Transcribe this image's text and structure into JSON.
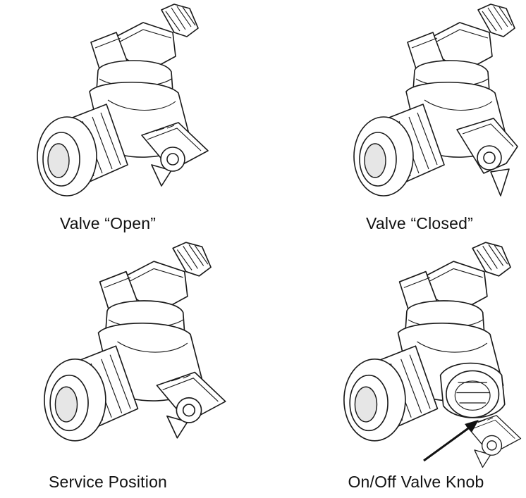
{
  "figures": [
    {
      "caption": "Valve “Open”"
    },
    {
      "caption": "Valve “Closed”"
    },
    {
      "caption": "Service Position"
    },
    {
      "caption": "On/Off Valve Knob"
    }
  ]
}
